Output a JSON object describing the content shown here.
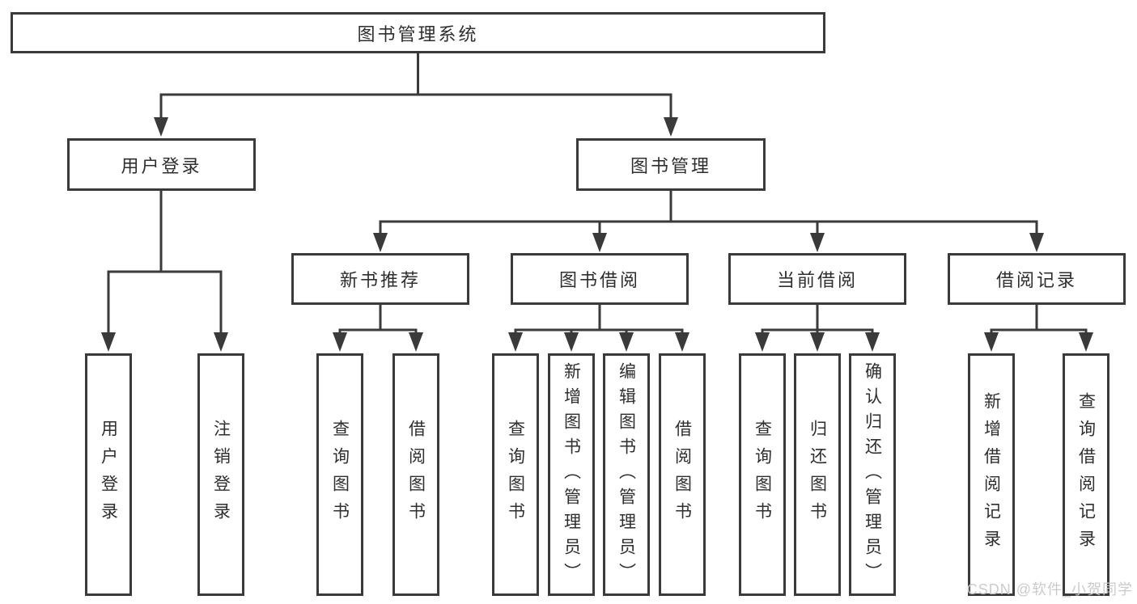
{
  "diagram": {
    "root": {
      "label": "图书管理系统"
    },
    "branches": {
      "user_login": {
        "label": "用户登录",
        "children": [
          {
            "label": "用户登录"
          },
          {
            "label": "注销登录"
          }
        ]
      },
      "book_mgmt": {
        "label": "图书管理",
        "children": [
          {
            "label": "新书推荐",
            "children": [
              {
                "label": "查询图书"
              },
              {
                "label": "借阅图书"
              }
            ]
          },
          {
            "label": "图书借阅",
            "children": [
              {
                "label": "查询图书"
              },
              {
                "label": "新增图书（管理员）"
              },
              {
                "label": "编辑图书（管理员）"
              },
              {
                "label": "借阅图书"
              }
            ]
          },
          {
            "label": "当前借阅",
            "children": [
              {
                "label": "查询图书"
              },
              {
                "label": "归还图书"
              },
              {
                "label": "确认归还（管理员）"
              }
            ]
          },
          {
            "label": "借阅记录",
            "children": [
              {
                "label": "新增借阅记录"
              },
              {
                "label": "查询借阅记录"
              }
            ]
          }
        ]
      }
    }
  },
  "watermark": {
    "text": "CSDN @软件_小贺同学",
    "color": "#c9c9c9"
  },
  "colors": {
    "line": "#3a3a3a",
    "box_border": "#3a3a3a",
    "text": "#2e2e2e",
    "background": "#ffffff"
  }
}
